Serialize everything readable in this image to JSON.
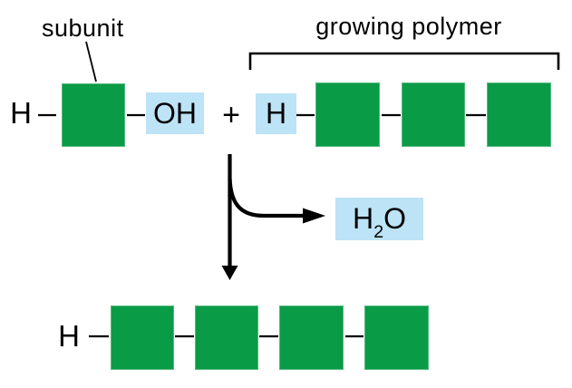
{
  "figure": {
    "labels": {
      "subunit": "subunit",
      "growing_polymer": "growing polymer"
    },
    "reactants": {
      "subunit_h": "H",
      "oh_group": "OH",
      "plus_sign": "+",
      "polymer_h": "H"
    },
    "byproduct": {
      "h": "H",
      "subscript_2": "2",
      "o": "O"
    },
    "product": {
      "h": "H"
    },
    "colors": {
      "subunit_green": "#0a9b47",
      "highlight_blue": "#bde3f7",
      "line_black": "#000000"
    },
    "structure": {
      "growing_polymer_units": 3,
      "product_units": 4
    }
  }
}
